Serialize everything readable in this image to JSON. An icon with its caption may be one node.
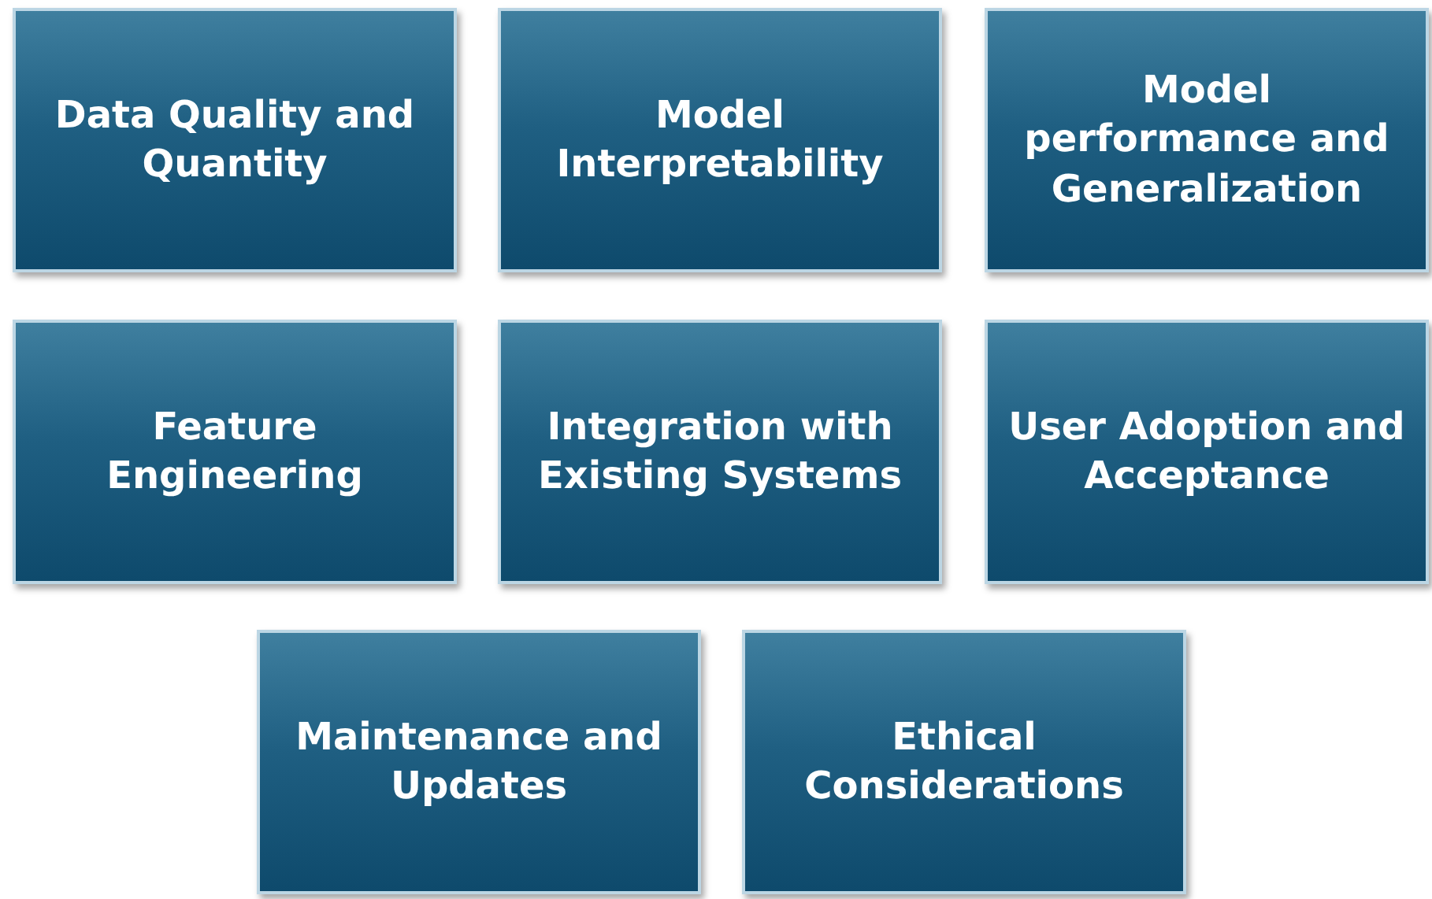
{
  "diagram": {
    "nodes": [
      {
        "text": [
          "Data Quality and Quantity"
        ]
      },
      {
        "text": [
          "Model Interpretability"
        ]
      },
      {
        "text": [
          "Model performance and Generalization"
        ]
      },
      {
        "text": [
          "Feature Engineering"
        ]
      },
      {
        "text": [
          "Integration with Existing Systems"
        ]
      },
      {
        "text": [
          "User Adoption and Acceptance"
        ]
      },
      {
        "text": [
          "Maintenance and Updates"
        ]
      },
      {
        "text": [
          "Ethical Considerations"
        ]
      }
    ]
  }
}
